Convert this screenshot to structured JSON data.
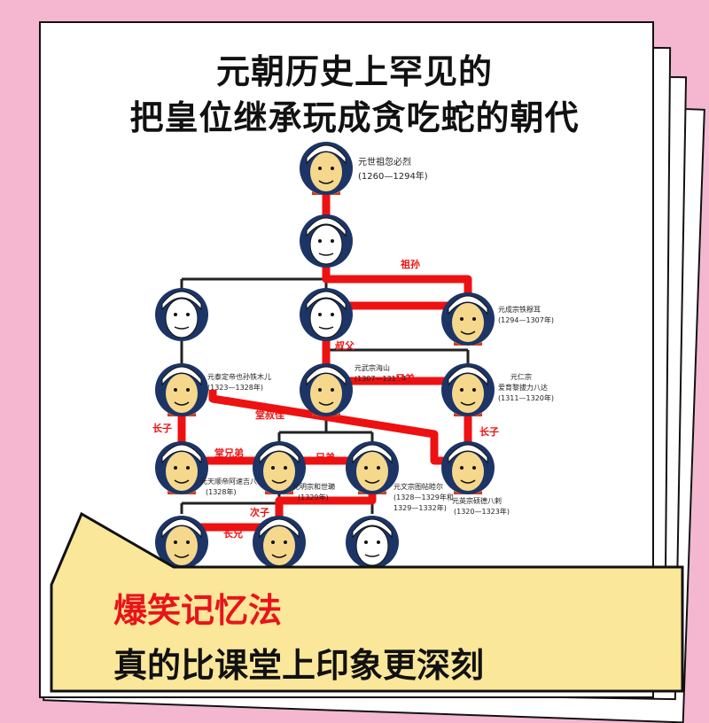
{
  "title": {
    "line1": "元朝历史上罕见的",
    "line2": "把皇位继承玩成贪吃蛇的朝代"
  },
  "persons": {
    "shizu": {
      "name": "元世祖忽必烈",
      "years": "(1260—1294年)"
    },
    "chengzong": {
      "name": "元成宗铁穆耳",
      "years": "(1294—1307年)"
    },
    "taiding": {
      "name": "元泰定帝也孙铁木儿",
      "years": "(1323—1328年)"
    },
    "wuzong": {
      "name": "元武宗海山",
      "years": "(1307—1311年)"
    },
    "renzong": {
      "name": "元仁宗",
      "name2": "爱育黎拔力八达",
      "years": "(1311—1320年)"
    },
    "tianshun": {
      "name": "元天顺帝阿速吉八",
      "years": "(1328年)"
    },
    "mingzong": {
      "name": "元明宗和世瓎",
      "years": "(1329年)"
    },
    "wenzong": {
      "name": "元文宗图帖睦尔",
      "years": "(1328—1329年和",
      "years2": "1329—1332年)"
    },
    "yingzong": {
      "name": "元英宗硕德八剌",
      "years": "(1320—1323年)"
    }
  },
  "relations": {
    "zusun": "祖孙",
    "shufu": "叔父",
    "xiongdi1": "兄弟",
    "tangshuzhi": "堂叔侄",
    "zhangzi1": "长子",
    "zhangzi2": "长子",
    "tangxiongdi": "堂兄弟",
    "xiongdi2": "兄弟",
    "cizi": "次子",
    "zhangxiong": "长兄"
  },
  "caption": {
    "line1": "爆笑记忆法",
    "line2": "真的比课堂上印象更深刻"
  },
  "colors": {
    "background": "#f4b7cf",
    "snake": "#ee1111",
    "caption_bg": "#fbe79a",
    "caption_red": "#e8141a",
    "portrait_bg": "#1c3566"
  },
  "icons": [
    "emperor-portrait-icon"
  ]
}
